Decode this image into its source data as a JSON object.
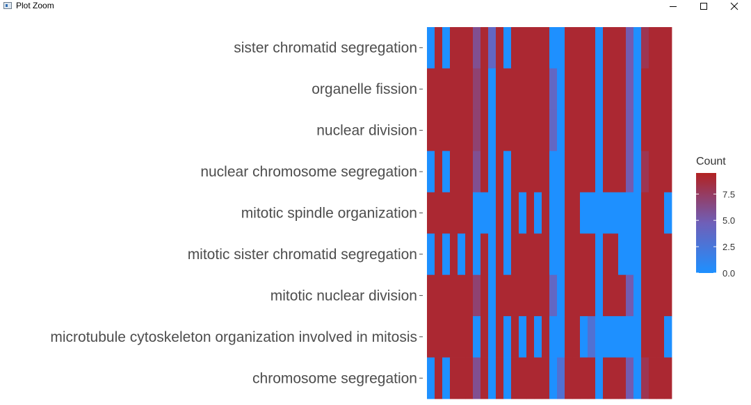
{
  "window": {
    "title": "Plot Zoom"
  },
  "chart_data": {
    "type": "heatmap",
    "rows": [
      "sister chromatid segregation",
      "organelle fission",
      "nuclear division",
      "nuclear chromosome segregation",
      "mitotic spindle organization",
      "mitotic sister chromatid segregation",
      "mitotic nuclear division",
      "microtubule cytoskeleton organization involved in mitosis",
      "chromosome segregation"
    ],
    "ncols": 32,
    "values": [
      [
        0,
        9,
        0,
        9,
        9,
        9,
        6,
        9,
        4,
        9,
        0,
        9,
        9,
        9,
        9,
        9,
        0,
        0,
        9,
        9,
        9,
        9,
        0,
        9,
        9,
        9,
        5,
        0,
        8,
        9,
        9,
        9
      ],
      [
        9,
        9,
        9,
        9,
        9,
        9,
        7,
        9,
        0,
        9,
        9,
        9,
        9,
        9,
        9,
        9,
        4,
        0,
        9,
        9,
        9,
        9,
        0,
        9,
        9,
        9,
        5,
        0,
        9,
        9,
        9,
        9
      ],
      [
        9,
        9,
        9,
        9,
        9,
        9,
        7,
        9,
        0,
        9,
        9,
        9,
        9,
        9,
        9,
        9,
        4,
        0,
        9,
        9,
        9,
        9,
        0,
        9,
        9,
        9,
        5,
        0,
        9,
        9,
        9,
        9
      ],
      [
        0,
        9,
        0,
        9,
        9,
        9,
        6,
        9,
        0,
        9,
        0,
        9,
        9,
        9,
        9,
        9,
        0,
        0,
        9,
        9,
        9,
        9,
        0,
        9,
        9,
        9,
        5,
        0,
        8,
        9,
        9,
        9
      ],
      [
        9,
        9,
        9,
        9,
        9,
        9,
        0,
        0,
        0,
        9,
        0,
        9,
        0,
        9,
        0,
        9,
        0,
        0,
        9,
        9,
        0,
        0,
        0,
        0,
        0,
        0,
        0,
        0,
        9,
        9,
        9,
        0
      ],
      [
        0,
        9,
        0,
        9,
        0,
        9,
        0,
        9,
        0,
        9,
        0,
        9,
        9,
        9,
        9,
        9,
        0,
        0,
        9,
        9,
        9,
        9,
        0,
        9,
        9,
        0,
        0,
        0,
        9,
        9,
        9,
        9
      ],
      [
        9,
        9,
        9,
        9,
        9,
        9,
        7,
        9,
        0,
        9,
        9,
        9,
        9,
        9,
        9,
        9,
        4,
        0,
        9,
        9,
        9,
        9,
        0,
        9,
        9,
        9,
        5,
        0,
        9,
        9,
        9,
        9
      ],
      [
        9,
        9,
        9,
        9,
        9,
        9,
        0,
        9,
        0,
        9,
        0,
        9,
        0,
        9,
        0,
        9,
        0,
        0,
        9,
        9,
        0,
        3,
        0,
        0,
        0,
        0,
        0,
        0,
        9,
        9,
        9,
        0
      ],
      [
        0,
        9,
        0,
        9,
        9,
        9,
        6,
        9,
        0,
        9,
        0,
        9,
        9,
        9,
        9,
        9,
        0,
        3,
        9,
        9,
        9,
        9,
        0,
        9,
        9,
        9,
        5,
        0,
        8,
        9,
        9,
        9
      ]
    ],
    "value_range": [
      0,
      9.5
    ],
    "colorscale": {
      "low": "#1e90ff",
      "high": "#b22222"
    },
    "legend": {
      "title": "Count",
      "ticks": [
        0,
        2.5,
        5,
        7.5
      ],
      "tick_labels": [
        "0.0",
        "2.5",
        "5.0",
        "7.5"
      ],
      "placement": "right"
    }
  }
}
